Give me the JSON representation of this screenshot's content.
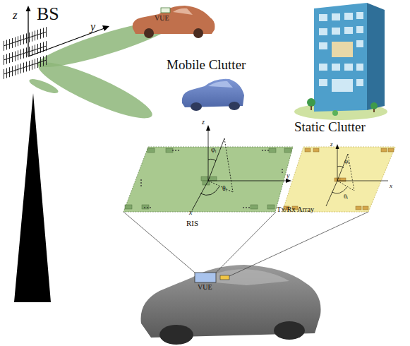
{
  "diagram": {
    "nodes": [
      {
        "text": [
          "VUE"
        ]
      },
      {
        "text": [
          "RIS"
        ]
      },
      {
        "text": [
          "Tx/Rx Array"
        ]
      },
      {
        "text": [
          "VUE"
        ]
      }
    ],
    "edges": [
      {
        "from": 3,
        "to": 1,
        "arrow": "none"
      }
    ],
    "labels": [
      "z",
      "BS",
      "y",
      "Mobile Clutter",
      "Static Clutter",
      "z",
      "φᵢ",
      "y",
      "θᵢ",
      "x",
      "z",
      "φᵢ",
      "x",
      "θᵢ"
    ]
  }
}
